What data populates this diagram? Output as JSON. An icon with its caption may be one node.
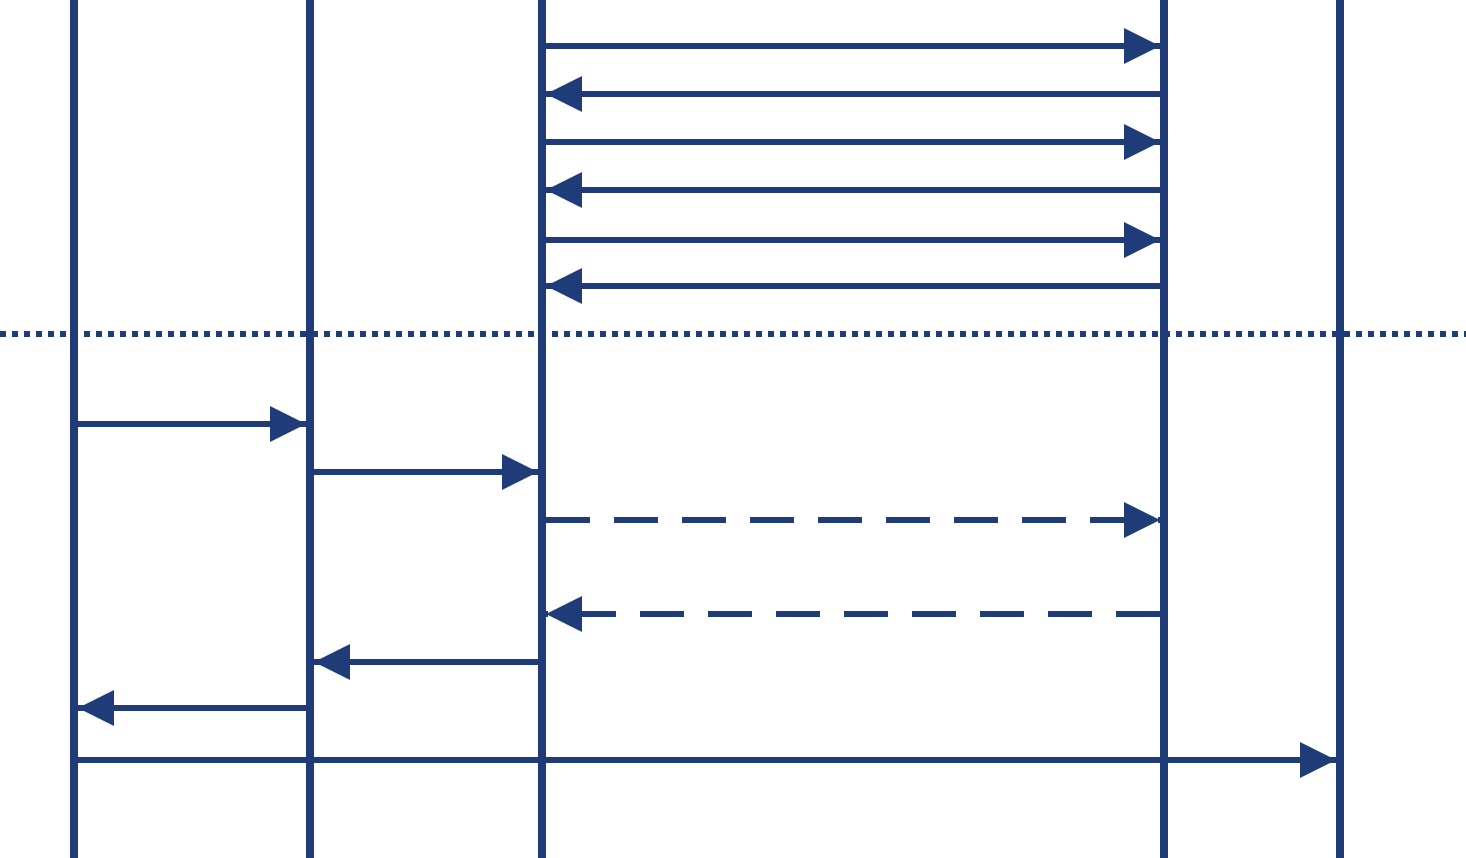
{
  "diagram": {
    "nodes": [
      {
        "text": [],
        "shape": "bar"
      },
      {
        "text": [],
        "shape": "bar"
      },
      {
        "text": [],
        "shape": "bar"
      },
      {
        "text": [],
        "shape": "bar"
      },
      {
        "text": [],
        "shape": "bar"
      }
    ],
    "edges": [
      {
        "from": 2,
        "to": 3,
        "arrow": "to"
      },
      {
        "from": 3,
        "to": 2,
        "arrow": "to"
      },
      {
        "from": 2,
        "to": 3,
        "arrow": "to"
      },
      {
        "from": 3,
        "to": 2,
        "arrow": "to"
      },
      {
        "from": 2,
        "to": 3,
        "arrow": "to"
      },
      {
        "from": 3,
        "to": 2,
        "arrow": "to"
      },
      {
        "from": 0,
        "to": 1,
        "arrow": "to"
      },
      {
        "from": 1,
        "to": 2,
        "arrow": "to"
      },
      {
        "from": 2,
        "to": 3,
        "arrow": "to",
        "style": "dashed"
      },
      {
        "from": 3,
        "to": 2,
        "arrow": "to",
        "style": "dashed"
      },
      {
        "from": 2,
        "to": 1,
        "arrow": "to"
      },
      {
        "from": 1,
        "to": 0,
        "arrow": "to"
      },
      {
        "from": 0,
        "to": 4,
        "arrow": "to"
      }
    ]
  }
}
